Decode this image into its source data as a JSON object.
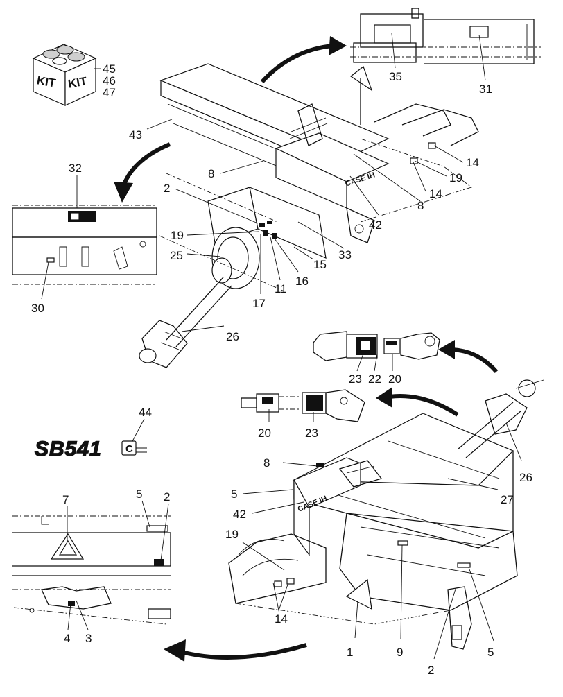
{
  "callouts": {
    "c45": "45",
    "c46": "46",
    "c47": "47",
    "c43": "43",
    "c8a": "8",
    "c2a": "2",
    "c19a": "19",
    "c25": "25",
    "c17": "17",
    "c11": "11",
    "c16": "16",
    "c15": "15",
    "c33": "33",
    "c42a": "42",
    "c8b": "8",
    "c14a": "14",
    "c14b": "14",
    "c19b": "19",
    "c35": "35",
    "c31": "31",
    "c32": "32",
    "c30": "30",
    "c26a": "26",
    "c23a": "23",
    "c22": "22",
    "c20a": "20",
    "c20b": "20",
    "c23b": "23",
    "c44": "44",
    "c8c": "8",
    "c5a": "5",
    "c42b": "42",
    "c19c": "19",
    "c26b": "26",
    "c27": "27",
    "c7": "7",
    "c5b": "5",
    "c2b": "2",
    "c4": "4",
    "c3": "3",
    "c1": "1",
    "c14c": "14",
    "c9": "9",
    "c2c": "2",
    "c5c": "5"
  },
  "kit_box": {
    "label_left": "KIT",
    "label_right": "KIT"
  },
  "model_logo": {
    "text": "SB541",
    "badge": "C"
  }
}
